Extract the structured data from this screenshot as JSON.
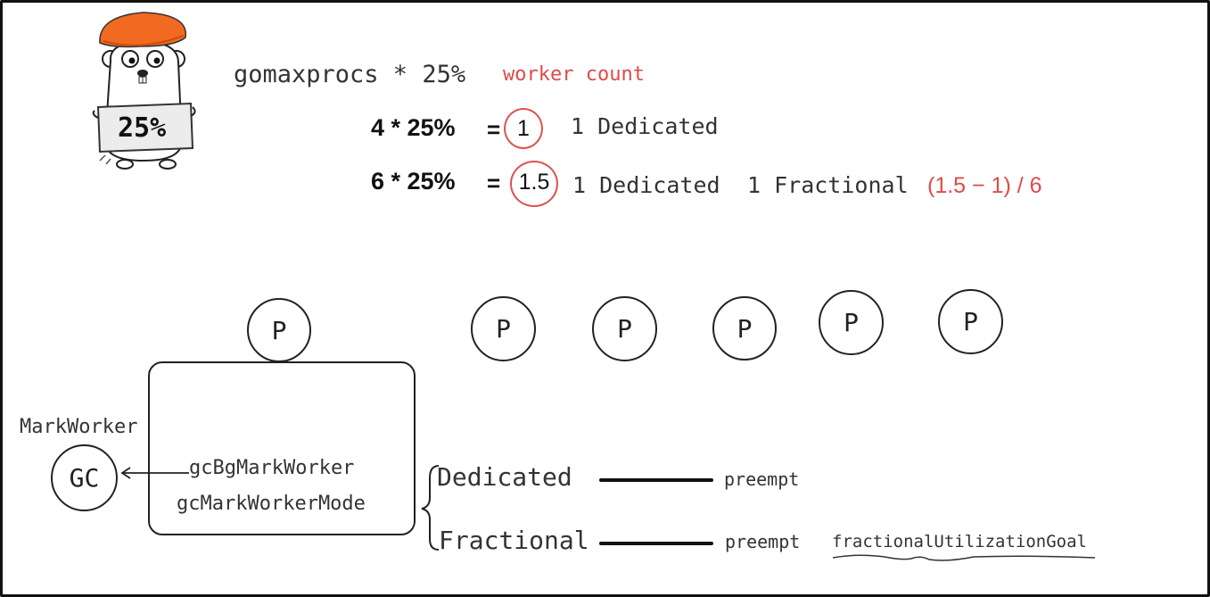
{
  "mascot": {
    "sign_text": "25%",
    "icon": "gopher-mascot-icon"
  },
  "header": {
    "formula": "gomaxprocs * 25%",
    "worker_count_label": "worker count"
  },
  "examples": [
    {
      "expr": "4 * 25%",
      "eq": "=",
      "result": "1",
      "desc": [
        "1 Dedicated"
      ]
    },
    {
      "expr": "6 * 25%",
      "eq": "=",
      "result": "1.5",
      "desc": [
        "1 Dedicated",
        "1 Fractional"
      ],
      "extra": "(1.5 − 1) / 6"
    }
  ],
  "processors": {
    "label": "P",
    "count": 6
  },
  "worker_box": {
    "name_label": "MarkWorker",
    "gc_label": "GC",
    "func_label": "gcBgMarkWorker",
    "mode_label": "gcMarkWorkerMode"
  },
  "modes": [
    {
      "name": "Dedicated",
      "action": "preempt"
    },
    {
      "name": "Fractional",
      "action": "preempt",
      "note": "fractionalUtilizationGoal"
    }
  ],
  "colors": {
    "accent_red": "#e04a4a",
    "mascot_hat": "#f26a21",
    "ink": "#222222"
  }
}
